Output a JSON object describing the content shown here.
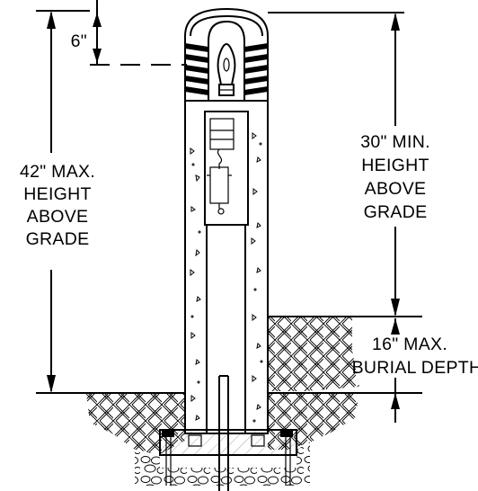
{
  "labels": {
    "lamp_offset": "6\"",
    "max_height": [
      "42\" MAX.",
      "HEIGHT",
      "ABOVE",
      "GRADE"
    ],
    "min_height": [
      "30\" MIN.",
      "HEIGHT",
      "ABOVE",
      "GRADE"
    ],
    "burial_depth": [
      "16\" MAX.",
      "BURIAL DEPTH"
    ]
  }
}
